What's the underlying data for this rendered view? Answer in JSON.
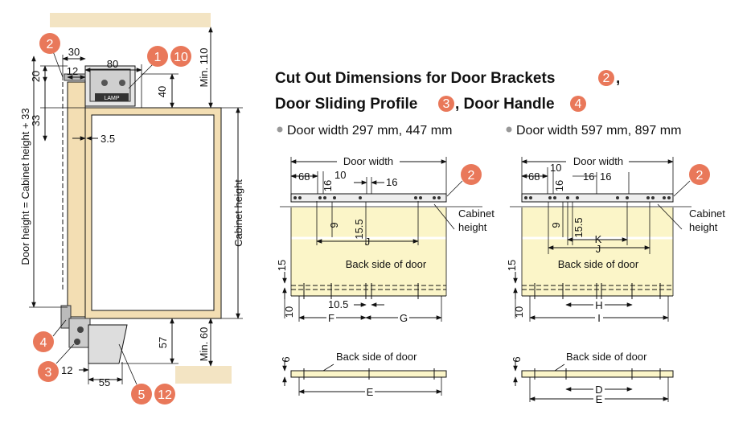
{
  "title": {
    "line1_a": "Cut Out Dimensions for  Door Brackets",
    "line1_badge": "2",
    "line1_end": ",",
    "line2_a": "Door Sliding Profile",
    "line2_badge": "3",
    "line2_b": ", Door Handle",
    "line2_badge2": "4"
  },
  "subtitles": {
    "left": "Door width 297 mm, 447 mm",
    "right": "Door width 597 mm, 897 mm"
  },
  "colors": {
    "badge": "#e9785a",
    "wood": "#f3deb3",
    "door": "#fbf5c8",
    "ceiling": "#f3e4c3"
  },
  "side": {
    "badges": {
      "b2": "2",
      "b1": "1",
      "b10": "10",
      "b4": "4",
      "b3": "3",
      "b5": "5",
      "b12": "12"
    },
    "dims": {
      "d30": "30",
      "d80": "80",
      "d12top": "12",
      "d20": "20",
      "d33": "33",
      "d40": "40",
      "min110": "Min. 110",
      "d35": "3.5",
      "d57": "57",
      "min60": "Min. 60",
      "d12bot": "12",
      "d55": "55"
    },
    "door_height": "Door height = Cabinet height + 33",
    "cabinet_height": "Cabinet height",
    "lamp": "LAMP"
  },
  "front_left": {
    "door_width": "Door width",
    "d68": "68",
    "d10": "10",
    "d16a": "16",
    "d16b": "16",
    "d9": "9",
    "d155": "15.5",
    "J": "J",
    "cabinet1": "Cabinet",
    "cabinet2": "height",
    "back": "Back side of door",
    "d15": "15",
    "d10b": "10",
    "d105": "10.5",
    "F": "F",
    "G": "G",
    "badge": "2"
  },
  "front_right": {
    "door_width": "Door width",
    "d68": "68",
    "d10": "10",
    "d16a": "16",
    "d16b": "16",
    "d16c": "16",
    "d9": "9",
    "d155": "15.5",
    "K": "K",
    "J": "J",
    "cabinet1": "Cabinet",
    "cabinet2": "height",
    "back": "Back side of door",
    "d15": "15",
    "d10b": "10",
    "H": "H",
    "I": "I",
    "badge": "2"
  },
  "bottom_left": {
    "d6": "6",
    "back": "Back side of door",
    "E": "E"
  },
  "bottom_right": {
    "d6": "6",
    "back": "Back side of door",
    "D": "D",
    "E": "E"
  }
}
